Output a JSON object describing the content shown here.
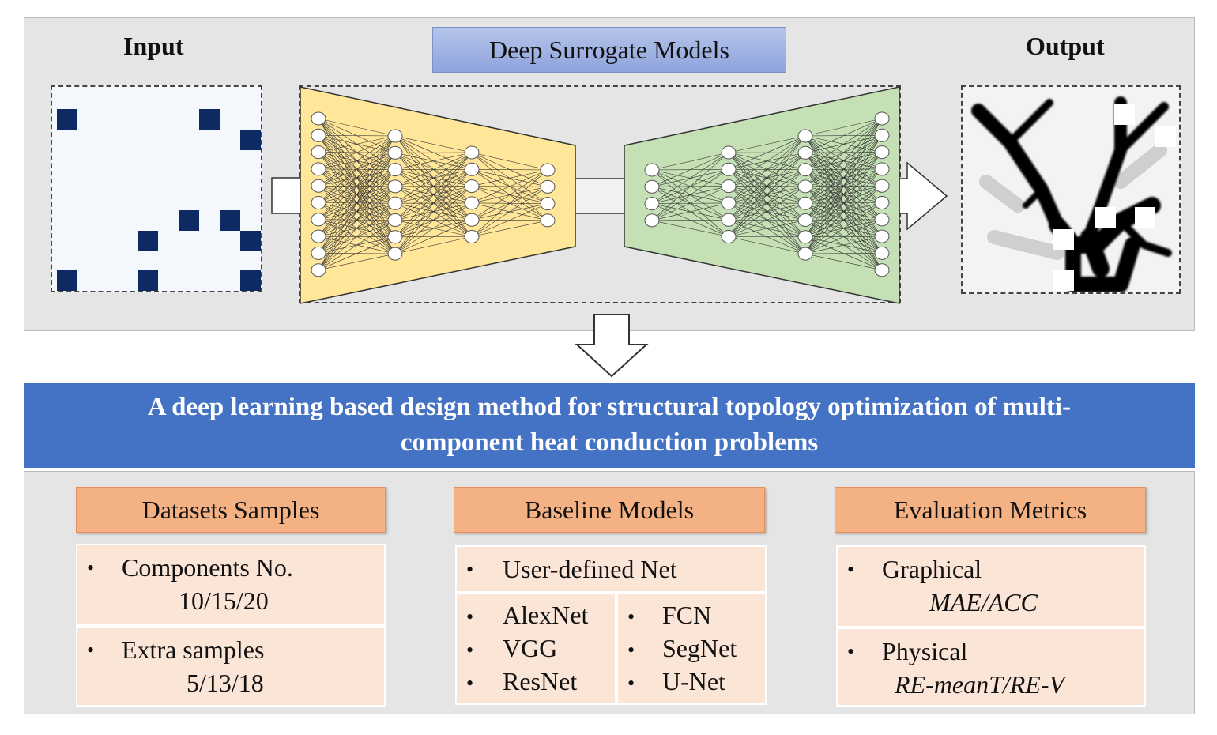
{
  "top": {
    "input_label": "Input",
    "output_label": "Output",
    "model_title": "Deep Surrogate Models"
  },
  "banner": {
    "line1": "A deep learning based design method for structural topology optimization of multi-",
    "line2": "component heat conduction problems"
  },
  "columns": {
    "datasets": {
      "header": "Datasets Samples",
      "items": [
        {
          "label": "Components No.",
          "value": "10/15/20"
        },
        {
          "label": "Extra samples",
          "value": "5/13/18"
        }
      ]
    },
    "baselines": {
      "header": "Baseline Models",
      "main_item": "User-defined Net",
      "left_items": [
        "AlexNet",
        "VGG",
        "ResNet"
      ],
      "right_items": [
        "FCN",
        "SegNet",
        "U-Net"
      ]
    },
    "metrics": {
      "header": "Evaluation Metrics",
      "items": [
        {
          "label": "Graphical",
          "value": "MAE/ACC"
        },
        {
          "label": "Physical",
          "value": "RE-meanT/RE-V"
        }
      ]
    }
  },
  "bullet_char": "•",
  "colors": {
    "banner": "#4472c4",
    "header_fill": "#f4b183",
    "box_fill": "#fbe5d6",
    "encoder_fill": "#ffe699",
    "decoder_fill": "#c5e0b4",
    "component": "#0e2a63"
  }
}
